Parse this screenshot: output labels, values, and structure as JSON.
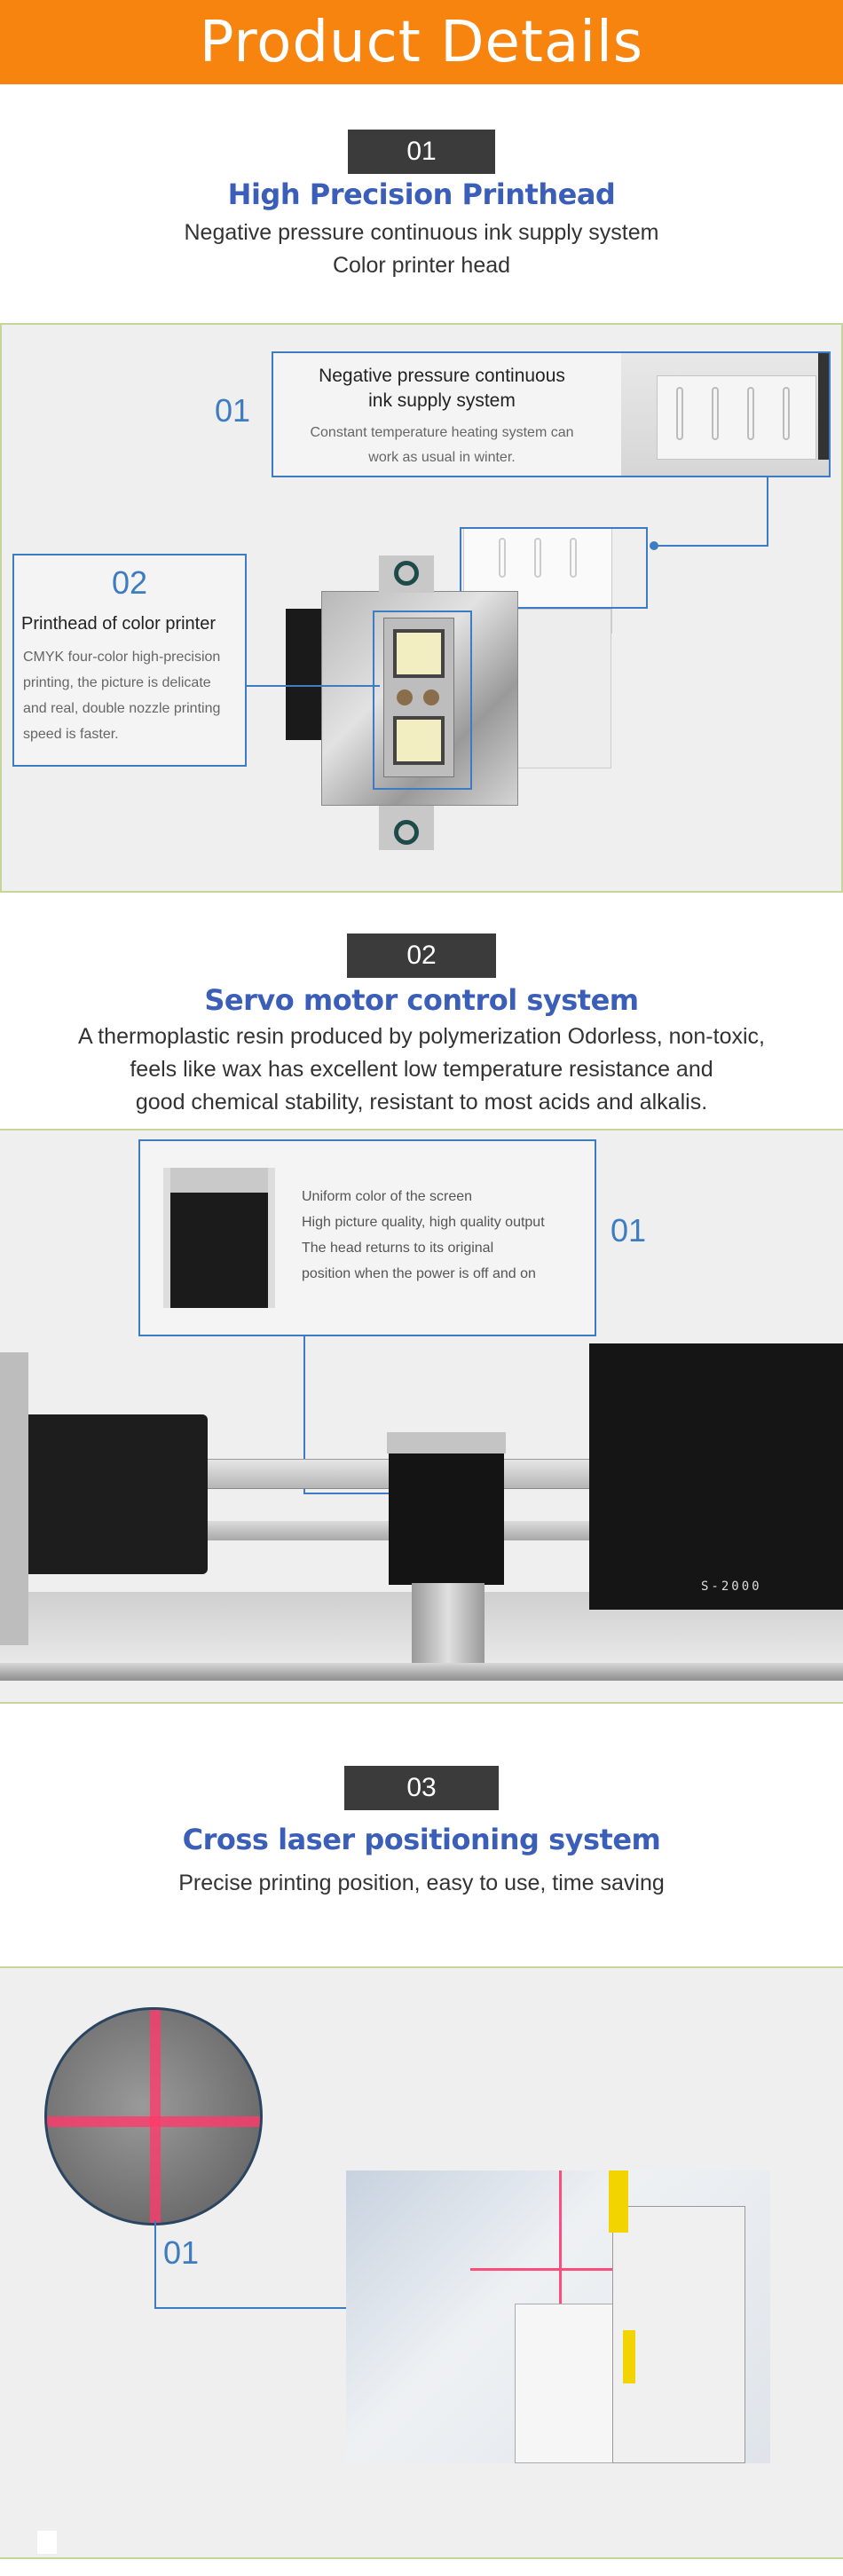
{
  "header": {
    "title": "Product Details"
  },
  "section1": {
    "number": "01",
    "title": "High Precision Printhead",
    "desc_lines": [
      "Negative pressure continuous ink supply system",
      "Color printer head"
    ],
    "callout1": {
      "num": "01",
      "title_lines": [
        "Negative pressure continuous",
        "ink supply system"
      ],
      "text_lines": [
        "Constant temperature heating system can",
        "work as usual in winter."
      ]
    },
    "callout2": {
      "num": "02",
      "title": "Printhead of color printer",
      "text_lines": [
        "CMYK four-color high-precision",
        "printing, the picture is delicate",
        "and real, double nozzle printing",
        "speed is faster."
      ]
    }
  },
  "section2": {
    "number": "02",
    "title": "Servo motor control system",
    "desc_lines": [
      "A thermoplastic resin produced by polymerization Odorless, non-toxic,",
      "feels like wax has excellent low temperature resistance and",
      "good chemical stability, resistant to most acids and alkalis."
    ],
    "callout1": {
      "num": "01",
      "text_lines": [
        "Uniform color of the screen",
        "High picture quality, high quality output",
        "The head returns to its original",
        "position when the power is off and on"
      ]
    },
    "machine_label": "S-2000"
  },
  "section3": {
    "number": "03",
    "title": "Cross laser positioning system",
    "desc": "Precise printing position, easy to use, time saving",
    "callout_num": "01"
  },
  "colors": {
    "banner": "#f7840f",
    "accent_blue": "#3d7cc0",
    "title_blue": "#3b5eb8",
    "badge": "#3b3b3b",
    "divider": "#c6d59c"
  }
}
